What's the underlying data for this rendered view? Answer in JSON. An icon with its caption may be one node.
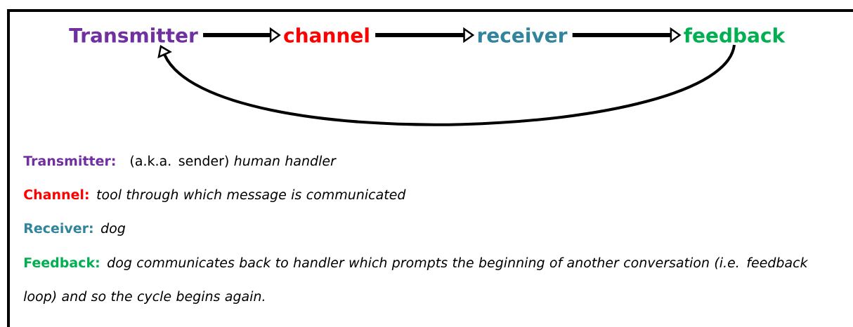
{
  "diagram": {
    "nodes": [
      {
        "text": [
          "Transmitter"
        ]
      },
      {
        "text": [
          "channel"
        ]
      },
      {
        "text": [
          "receiver"
        ]
      },
      {
        "text": [
          "feedback"
        ]
      }
    ],
    "edges": [
      {
        "from": 0,
        "to": 1,
        "arrow": "to"
      },
      {
        "from": 1,
        "to": 2,
        "arrow": "to"
      },
      {
        "from": 2,
        "to": 3,
        "arrow": "to"
      },
      {
        "from": 3,
        "to": 0,
        "arrow": "to"
      }
    ],
    "labels": [
      "Transmitter:",
      "(a.k.a. sender) *human handler*",
      "Channel:",
      "tool through which message is communicated",
      "Receiver:",
      "dog",
      "Feedback:",
      "dog communicates back to handler which prompts the beginning of another conversation (i.e. feedback loop) and so the cycle begins again."
    ]
  }
}
